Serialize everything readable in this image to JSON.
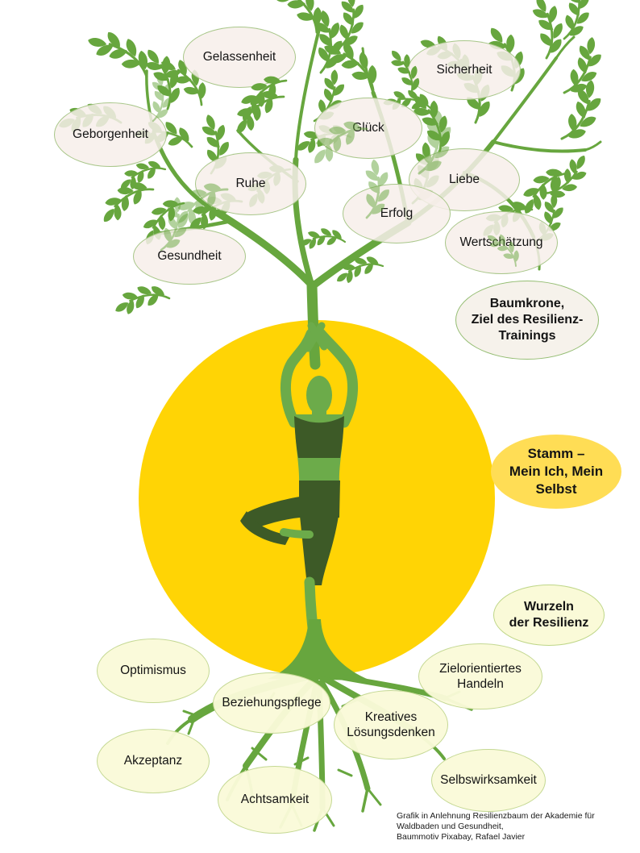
{
  "diagram": {
    "crown": {
      "bubbles": [
        "Gelassenheit",
        "Sicherheit",
        "Geborgenheit",
        "Glück",
        "Ruhe",
        "Liebe",
        "Erfolg",
        "Gesundheit",
        "Wertschätzung"
      ]
    },
    "annotations": {
      "baumkrone": "Baumkrone,\nZiel des Resilienz-\nTrainings",
      "stamm": "Stamm –\nMein Ich, Mein Selbst",
      "wurzeln": "Wurzeln\nder Resilienz"
    },
    "roots": {
      "bubbles": [
        "Optimismus",
        "Zielorientiertes\nHandeln",
        "Beziehungspflege",
        "Kreatives\nLösungsdenken",
        "Akzeptanz",
        "Selbswirksamkeit",
        "Achtsamkeit"
      ]
    },
    "attribution": "Grafik in Anlehnung Resilienzbaum der Akademie für\nWaldbaden und Gesundheit,\nBaummotiv Pixabay, Rafael Javier",
    "palette": {
      "tree_green": "#67a63e",
      "leaf_light_green": "#a9cb8b",
      "figure_skin_green": "#6cab4a",
      "figure_clothing_green": "#3d5a27",
      "sun_circle_yellow": "#ffd405",
      "stamm_bubble_yellow": "#ffdd55",
      "crown_bubble_fill": "#f7efea",
      "root_bubble_fill": "#fafad8",
      "bubble_border_green": "#94bd72"
    }
  }
}
